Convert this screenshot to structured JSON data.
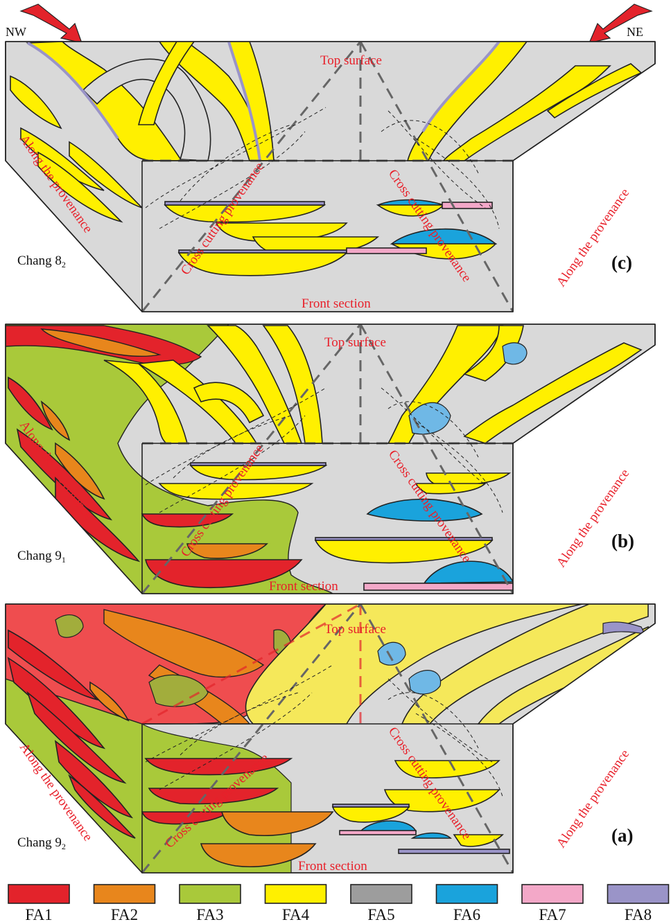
{
  "directions": {
    "left": "NW",
    "right": "NE"
  },
  "colors": {
    "FA1": "#e3232b",
    "FA2": "#e8861c",
    "FA3": "#a9c93a",
    "FA4": "#fff000",
    "FA5": "#9d9d9d",
    "FA6": "#1aa3dc",
    "FA7": "#f3a8c8",
    "FA8": "#9a94c8",
    "block_gray": "#d9d9d9",
    "label_red": "#e8202a",
    "arrow_red": "#e3232b"
  },
  "panels": [
    {
      "letter": "(c)",
      "interval": "Chang 8",
      "subscript": "2",
      "top": "Top surface",
      "front": "Front section",
      "left_side": "Along the provenance",
      "right_side": "Along the provenance",
      "cross_left": "Cross cutting provenance",
      "cross_right": "Cross cutting provenance"
    },
    {
      "letter": "(b)",
      "interval": "Chang 9",
      "subscript": "1",
      "top": "Top surface",
      "front": "Front section",
      "left_side": "Along the provenance",
      "right_side": "Along the provenance",
      "cross_left": "Cross cutting provenance",
      "cross_right": "Cross cutting provenance"
    },
    {
      "letter": "(a)",
      "interval": "Chang 9",
      "subscript": "2",
      "top": "Top surface",
      "front": "Front section",
      "left_side": "Along the provenance",
      "right_side": "Along the provenance",
      "cross_left": "Cross cutting provenance",
      "cross_right": "Cross cutting provenance"
    }
  ],
  "legend": [
    {
      "label": "FA1",
      "color": "#e3232b"
    },
    {
      "label": "FA2",
      "color": "#e8861c"
    },
    {
      "label": "FA3",
      "color": "#a9c93a"
    },
    {
      "label": "FA4",
      "color": "#fff000"
    },
    {
      "label": "FA5",
      "color": "#9d9d9d"
    },
    {
      "label": "FA6",
      "color": "#1aa3dc"
    },
    {
      "label": "FA7",
      "color": "#f3a8c8"
    },
    {
      "label": "FA8",
      "color": "#9a94c8"
    }
  ]
}
